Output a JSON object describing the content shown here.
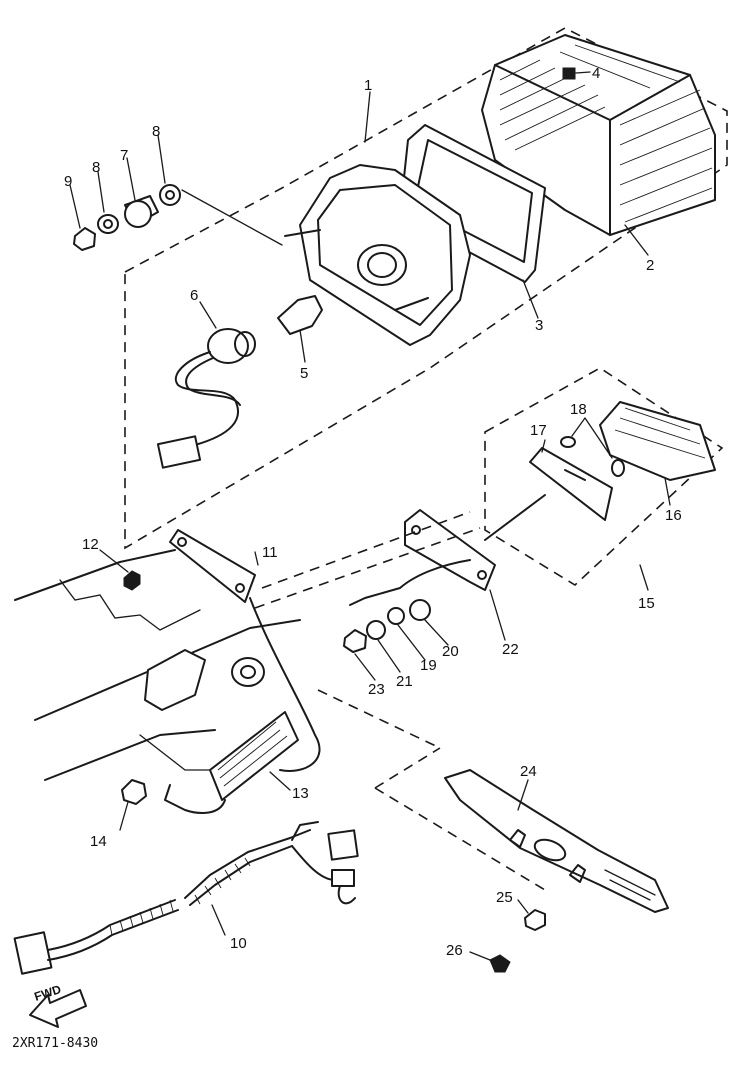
{
  "diagram": {
    "doc_code": "2XR171-8430",
    "direction_arrow": "FWD",
    "callouts": [
      "1",
      "2",
      "3",
      "4",
      "5",
      "6",
      "7",
      "8",
      "8",
      "9",
      "10",
      "11",
      "12",
      "13",
      "14",
      "15",
      "16",
      "17",
      "18",
      "19",
      "20",
      "21",
      "22",
      "23",
      "24",
      "25",
      "26"
    ]
  }
}
